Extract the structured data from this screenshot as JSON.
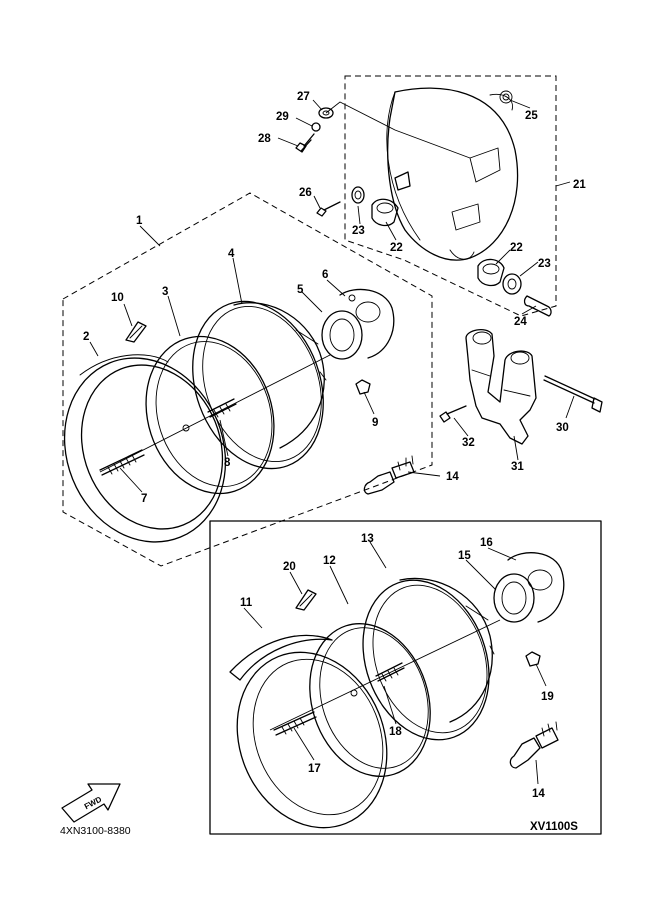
{
  "diagram": {
    "doc_code": "4XN3100-8380",
    "model_label": "XV1100S",
    "fwd_label": "FWD",
    "callouts": [
      "1",
      "2",
      "3",
      "4",
      "5",
      "6",
      "7",
      "8",
      "9",
      "10",
      "11",
      "12",
      "13",
      "14",
      "14",
      "15",
      "16",
      "17",
      "18",
      "19",
      "20",
      "21",
      "22",
      "22",
      "23",
      "23",
      "24",
      "25",
      "26",
      "27",
      "28",
      "29",
      "30",
      "31",
      "32"
    ]
  }
}
